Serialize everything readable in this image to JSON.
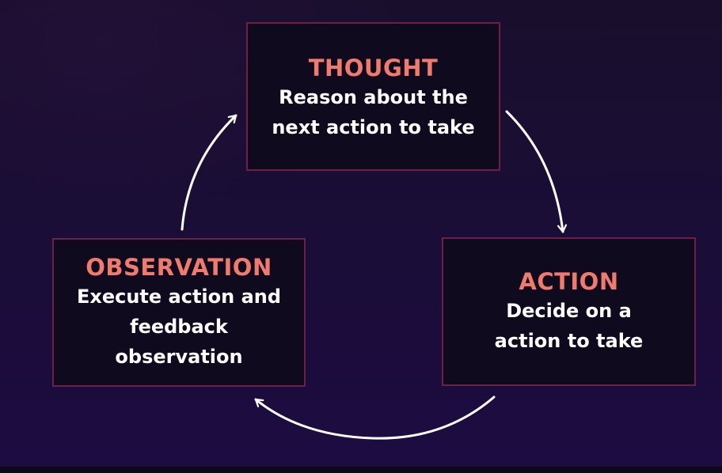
{
  "nodes": {
    "thought": {
      "title": "THOUGHT",
      "description": "Reason about the\nnext action to take"
    },
    "action": {
      "title": "ACTION",
      "description": "Decide on a\naction to take"
    },
    "observation": {
      "title": "OBSERVATION",
      "description": "Execute action and\nfeedback\nobservation"
    }
  },
  "colors": {
    "background": "#1a0d36",
    "box_fill": "#0f0a1e",
    "box_border": "#6e1f45",
    "title_text": "#f07a6e",
    "body_text": "#ffffff",
    "arrow": "#ffffff"
  }
}
